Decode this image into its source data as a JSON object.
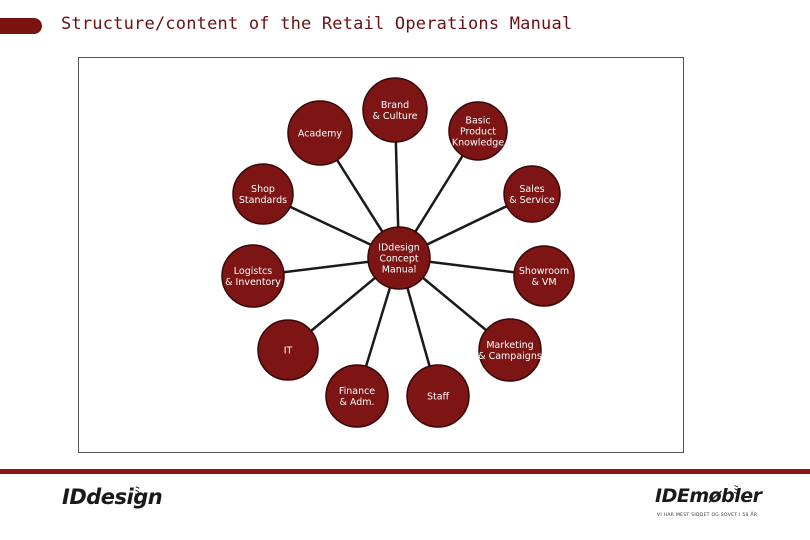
{
  "slide": {
    "title": "Structure/content of the Retail Operations Manual"
  },
  "diagram": {
    "center": {
      "id": "center",
      "lines": [
        "IDdesign",
        "Concept",
        "Manual"
      ]
    },
    "nodes": [
      {
        "id": "brand",
        "lines": [
          "Brand",
          "& Culture"
        ]
      },
      {
        "id": "basic",
        "lines": [
          "Basic",
          "Product",
          "Knowledge"
        ]
      },
      {
        "id": "academy",
        "lines": [
          "Academy"
        ]
      },
      {
        "id": "shop",
        "lines": [
          "Shop",
          "Standards"
        ]
      },
      {
        "id": "sales",
        "lines": [
          "Sales",
          "& Service"
        ]
      },
      {
        "id": "logistics",
        "lines": [
          "Logistcs",
          "& Inventory"
        ]
      },
      {
        "id": "showroom",
        "lines": [
          "Showroom",
          "& VM"
        ]
      },
      {
        "id": "it",
        "lines": [
          "IT"
        ]
      },
      {
        "id": "marketing",
        "lines": [
          "Marketing",
          "& Campaigns"
        ]
      },
      {
        "id": "finance",
        "lines": [
          "Finance",
          "& Adm."
        ]
      },
      {
        "id": "staff",
        "lines": [
          "Staff"
        ]
      }
    ],
    "colors": {
      "node_fill": "#7d1515",
      "node_stroke": "#3a0606",
      "line": "#1a1a1a"
    }
  },
  "footer": {
    "logo_left": "IDdesign",
    "logo_right": "IDEmøbler",
    "logo_right_tagline": "VI HAR MEST SIDDET OG SOVET I 50 ÅR"
  }
}
